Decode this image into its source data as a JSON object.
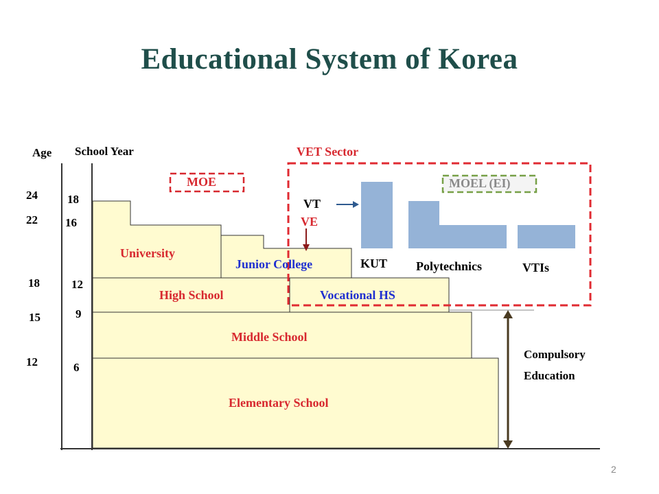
{
  "title": "Educational System of Korea",
  "axes": {
    "age_label": "Age",
    "school_year_label": "School Year",
    "ages": [
      "24",
      "22",
      "18",
      "15",
      "12"
    ],
    "school_years": [
      "18",
      "16",
      "12",
      "9",
      "6"
    ]
  },
  "stages": {
    "elementary": "Elementary School",
    "middle": "Middle School",
    "high": "High School",
    "vocational_hs": "Vocational HS",
    "university": "University",
    "junior_college": "Junior College"
  },
  "vet_sector": {
    "label": "VET Sector",
    "vt": "VT",
    "ve": "VE",
    "institutions": [
      "KUT",
      "Polytechnics",
      "VTIs"
    ]
  },
  "ministries": {
    "moe": "MOE",
    "moel": "MOEL (EI)"
  },
  "compulsory": {
    "line1": "Compulsory",
    "line2": "Education"
  },
  "page_number": "2",
  "colors": {
    "title": "#1f4e4a",
    "stage_fill": "#fffbd0",
    "vet_bar": "#95b3d7",
    "vet_border": "#e02b32",
    "moel_border": "#77a047",
    "arrow_brown": "#4a3b22",
    "vt_arrow": "#2e5a8f"
  }
}
